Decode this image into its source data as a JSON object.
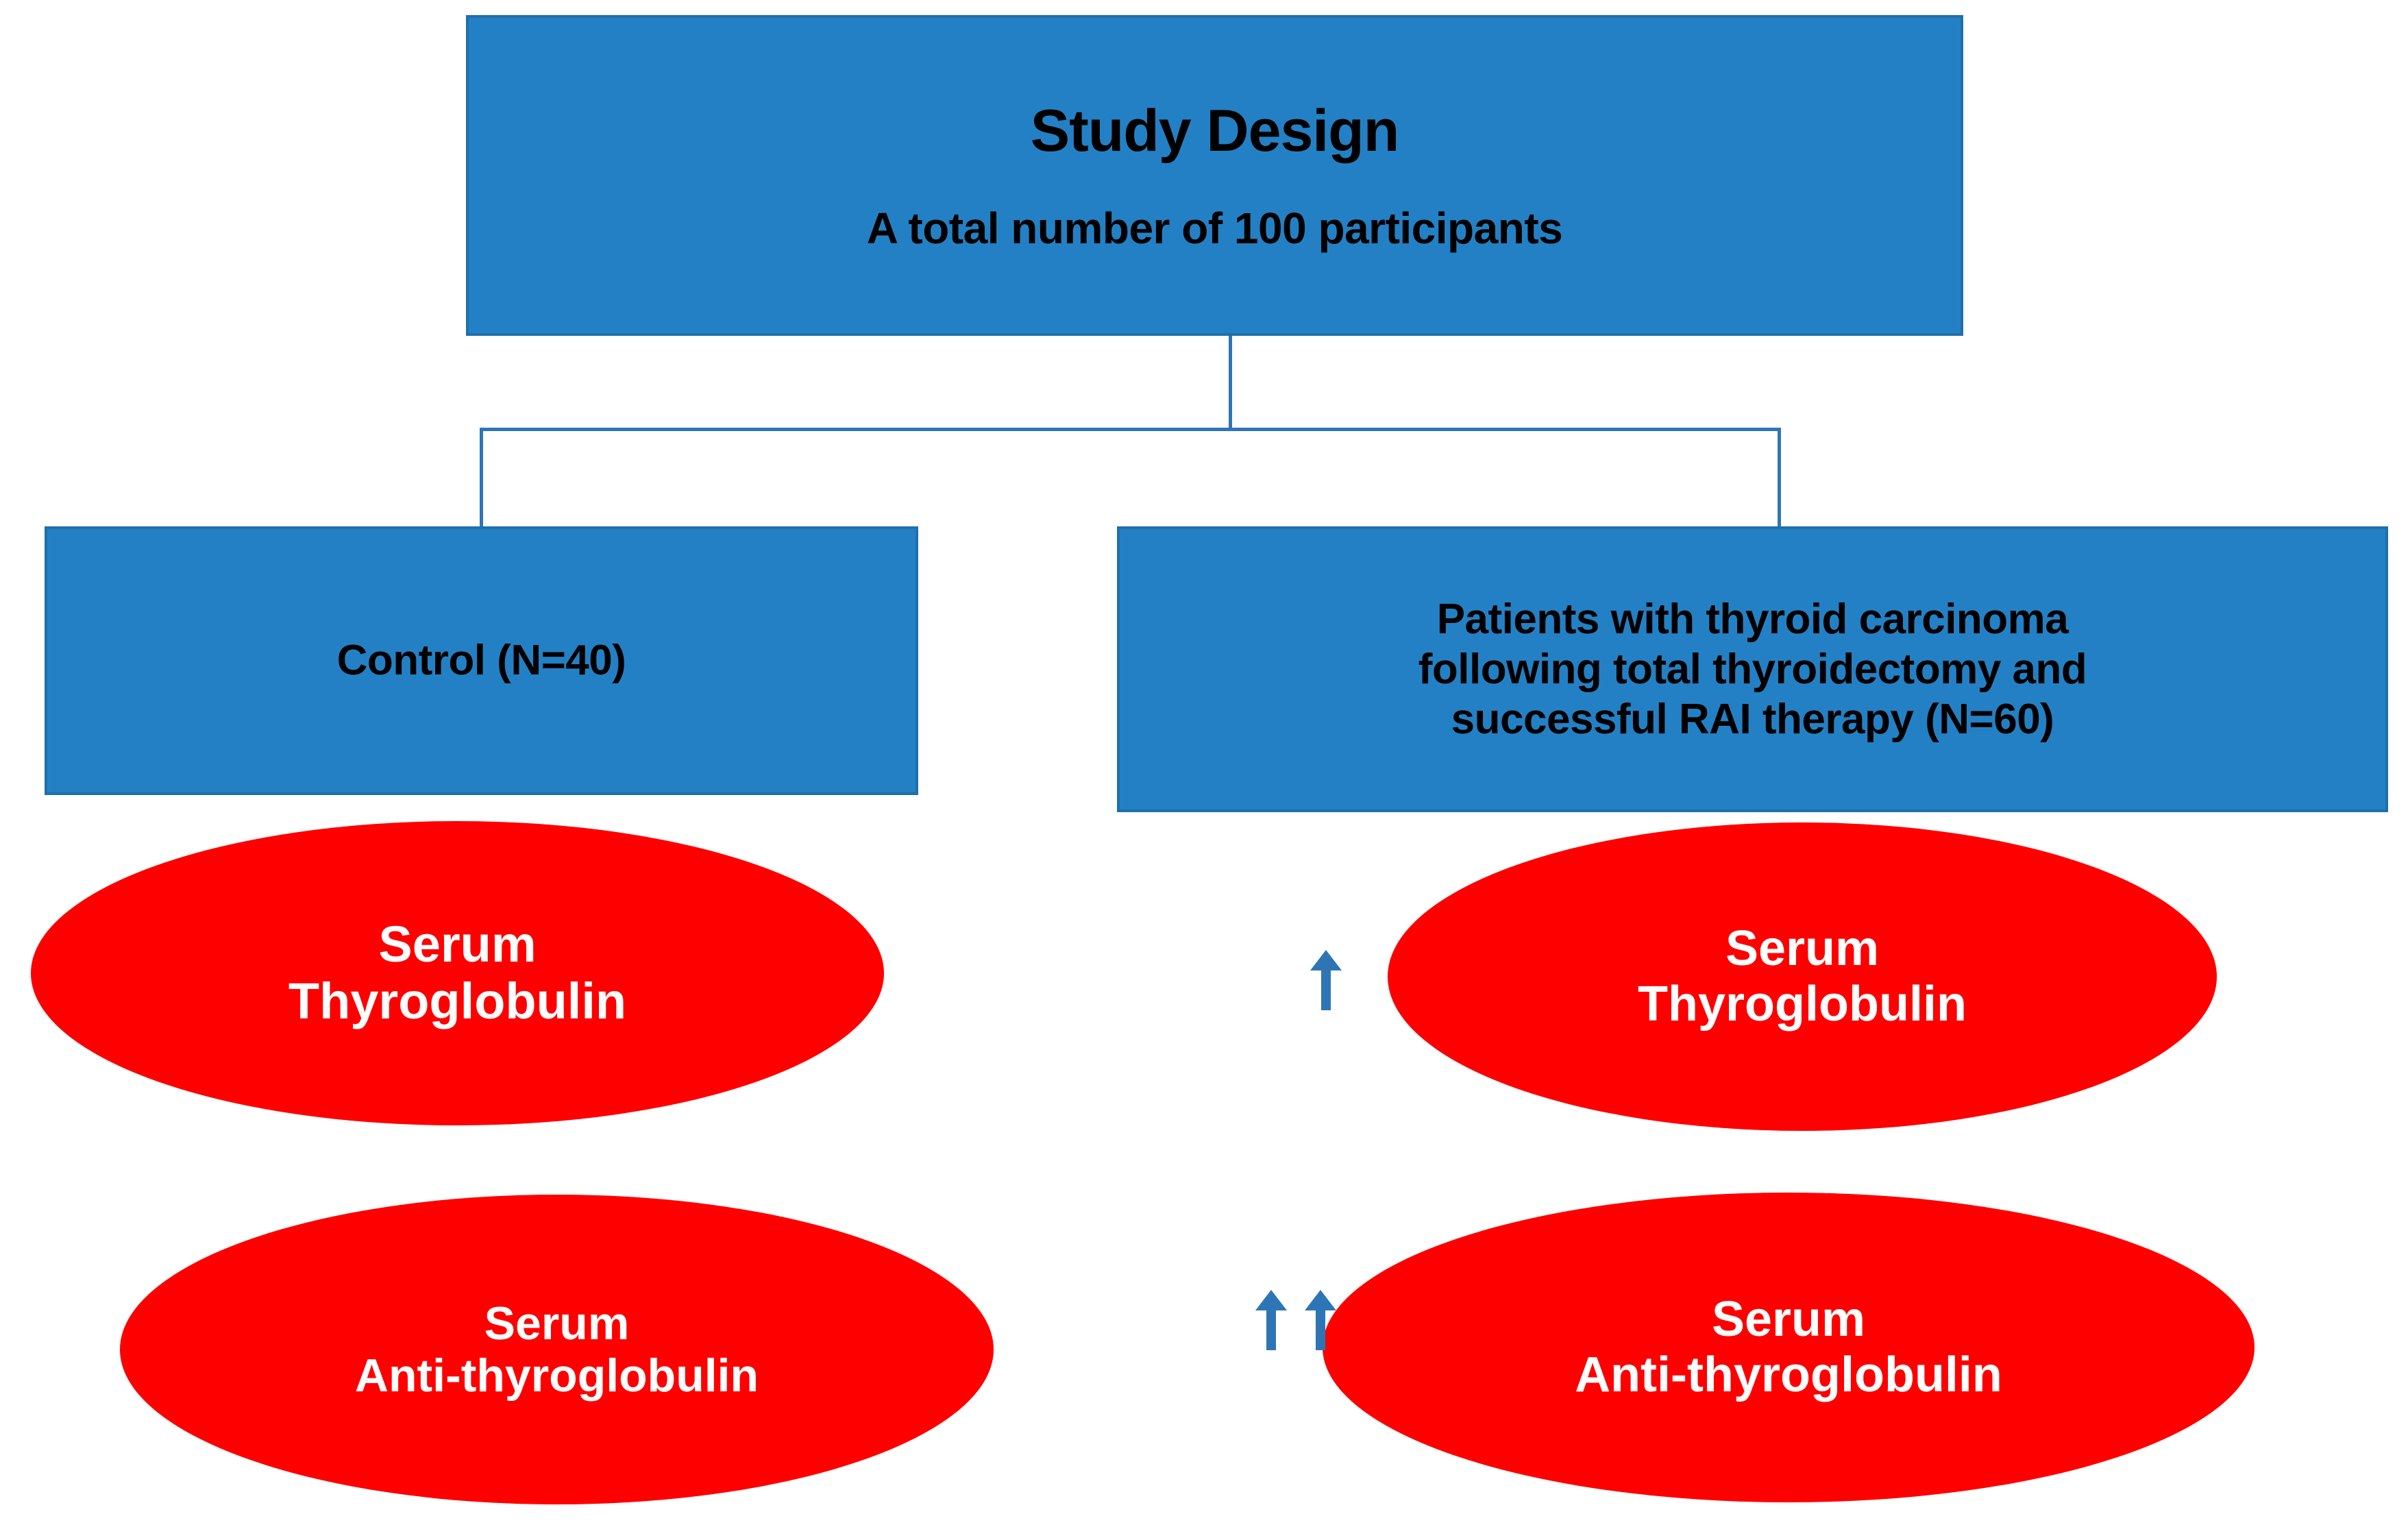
{
  "colors": {
    "box_fill": "#2480C4",
    "box_border": "#1F6FAC",
    "ellipse_fill": "#FF0000",
    "connector": "#2E75B6",
    "arrow": "#2E75B6",
    "box_text": "#000000",
    "ellipse_text": "#FFFFFF",
    "background": "#FFFFFF"
  },
  "top_box": {
    "title": "Study Design",
    "subtitle": "A total  number of 100 participants"
  },
  "groups": {
    "control": {
      "box_label": "Control (N=40)",
      "measures": [
        {
          "line1": "Serum",
          "line2": "Thyroglobulin",
          "arrows": ""
        },
        {
          "line1": "Serum",
          "line2": "Anti-thyroglobulin",
          "arrows": ""
        }
      ]
    },
    "patients": {
      "box_label_line1": "Patients with thyroid carcinoma",
      "box_label_line2": "following total thyroidectomy and",
      "box_label_line3": "successful RAI therapy (N=60)",
      "measures": [
        {
          "line1": "Serum",
          "line2": "Thyroglobulin",
          "arrows": "up",
          "arrow_count": 1
        },
        {
          "line1": "Serum",
          "line2": "Anti-thyroglobulin",
          "arrows": "up-up",
          "arrow_count": 2
        }
      ]
    }
  }
}
